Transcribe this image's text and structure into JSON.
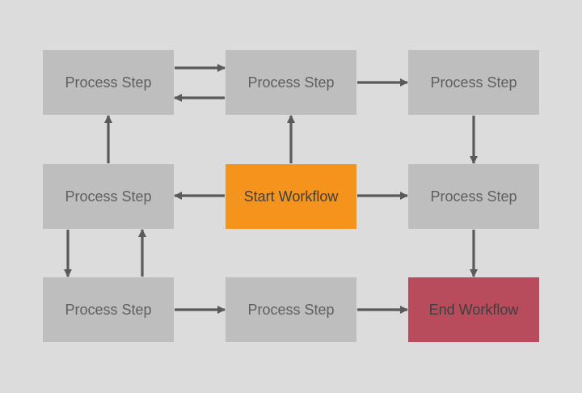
{
  "diagram": {
    "nodes": [
      {
        "id": "r1c1",
        "label": "Process Step",
        "type": "process"
      },
      {
        "id": "r1c2",
        "label": "Process Step",
        "type": "process"
      },
      {
        "id": "r1c3",
        "label": "Process Step",
        "type": "process"
      },
      {
        "id": "r2c1",
        "label": "Process Step",
        "type": "process"
      },
      {
        "id": "start",
        "label": "Start Workflow",
        "type": "start"
      },
      {
        "id": "r2c3",
        "label": "Process Step",
        "type": "process"
      },
      {
        "id": "r3c1",
        "label": "Process Step",
        "type": "process"
      },
      {
        "id": "r3c2",
        "label": "Process Step",
        "type": "process"
      },
      {
        "id": "end",
        "label": "End Workflow",
        "type": "end"
      }
    ],
    "edges": [
      {
        "from": "start",
        "to": "r1c2"
      },
      {
        "from": "start",
        "to": "r2c1"
      },
      {
        "from": "start",
        "to": "r2c3"
      },
      {
        "from": "r1c1",
        "to": "r1c2"
      },
      {
        "from": "r1c2",
        "to": "r1c1"
      },
      {
        "from": "r1c2",
        "to": "r1c3"
      },
      {
        "from": "r2c1",
        "to": "r1c1"
      },
      {
        "from": "r2c1",
        "to": "r3c1"
      },
      {
        "from": "r3c1",
        "to": "r2c1"
      },
      {
        "from": "r1c3",
        "to": "r2c3"
      },
      {
        "from": "r2c3",
        "to": "end"
      },
      {
        "from": "r3c1",
        "to": "r3c2"
      },
      {
        "from": "r3c2",
        "to": "end"
      }
    ],
    "colors": {
      "background": "#dcdcdc",
      "process": "#bebebe",
      "start": "#f4941d",
      "end": "#b84b5c",
      "connector": "#5a5a5a"
    }
  }
}
